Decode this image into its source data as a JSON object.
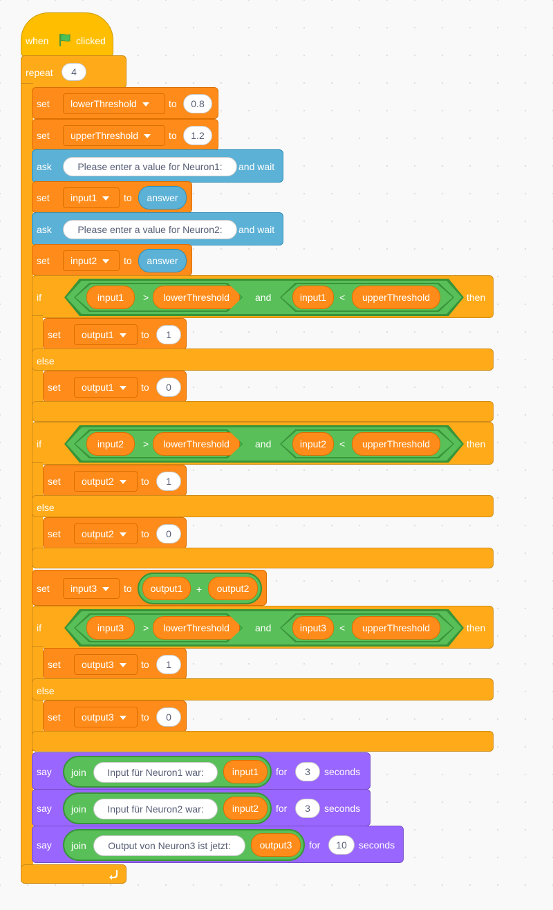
{
  "hat": {
    "when": "when",
    "clicked": "clicked",
    "flag_icon": "green-flag-icon"
  },
  "repeat": {
    "label": "repeat",
    "count": "4",
    "loop_arrow_icon": "loop-arrow-icon"
  },
  "kw": {
    "set": "set",
    "to": "to",
    "ask": "ask",
    "and_wait": "and wait",
    "if": "if",
    "then": "then",
    "else": "else",
    "and": "and",
    "gt": ">",
    "lt": "<",
    "plus": "+",
    "say": "say",
    "join": "join",
    "for": "for",
    "seconds": "seconds"
  },
  "set1": {
    "var": "lowerThreshold",
    "value": "0.8"
  },
  "set2": {
    "var": "upperThreshold",
    "value": "1.2"
  },
  "ask1": {
    "question": "Please enter a value for Neuron1:"
  },
  "set3": {
    "var": "input1",
    "reporter": "answer"
  },
  "ask2": {
    "question": "Please enter a value for Neuron2:"
  },
  "set4": {
    "var": "input2",
    "reporter": "answer"
  },
  "if1": {
    "cond_a_left": "input1",
    "cond_a_right": "lowerThreshold",
    "cond_b_left": "input1",
    "cond_b_right": "upperThreshold",
    "then_var": "output1",
    "then_value": "1",
    "else_var": "output1",
    "else_value": "0"
  },
  "if2": {
    "cond_a_left": "input2",
    "cond_a_right": "lowerThreshold",
    "cond_b_left": "input2",
    "cond_b_right": "upperThreshold",
    "then_var": "output2",
    "then_value": "1",
    "else_var": "output2",
    "else_value": "0"
  },
  "set5": {
    "var": "input3",
    "left": "output1",
    "right": "output2"
  },
  "if3": {
    "cond_a_left": "input3",
    "cond_a_right": "lowerThreshold",
    "cond_b_left": "input3",
    "cond_b_right": "upperThreshold",
    "then_var": "output3",
    "then_value": "1",
    "else_var": "output3",
    "else_value": "0"
  },
  "say1": {
    "text": "Input für Neuron1 war:",
    "reporter": "input1",
    "secs": "3"
  },
  "say2": {
    "text": "Input für Neuron2 war:",
    "reporter": "input2",
    "secs": "3"
  },
  "say3": {
    "text": "Output von Neuron3 ist jetzt:",
    "reporter": "output3",
    "secs": "10"
  },
  "colors": {
    "control": "#ffab19",
    "events": "#ffbf00",
    "variables": "#ff8c1a",
    "sensing": "#5cb1d6",
    "operators": "#59c059",
    "looks": "#9966ff"
  }
}
